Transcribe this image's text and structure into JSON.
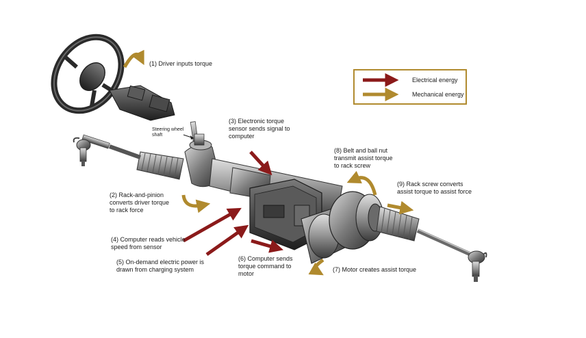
{
  "colors": {
    "electrical": "#8b1a1a",
    "mechanical": "#b08a2e",
    "metal_dark": "#3a3a3a",
    "metal_mid": "#8a8a8a",
    "metal_light": "#c8c8c8"
  },
  "legend": {
    "electrical_label": "Electrical energy",
    "mechanical_label": "Mechanical energy"
  },
  "labels": {
    "step1": "(1) Driver inputs torque",
    "shaft": "Steering wheel\nshaft",
    "step2": "(2) Rack-and-pinion\nconverts driver torque\nto rack force",
    "step3": "(3) Electronic torque\nsensor sends signal to\ncomputer",
    "step4": "(4) Computer reads vehicle\nspeed from sensor",
    "step5": "(5) On-demand electric power is\ndrawn from charging system",
    "step6": "(6) Computer sends\ntorque command to\nmotor",
    "step7": "(7) Motor creates assist torque",
    "step8": "(8) Belt and ball nut\ntransmit assist torque\nto rack screw",
    "step9": "(9) Rack screw converts\nassist torque to assist force"
  }
}
